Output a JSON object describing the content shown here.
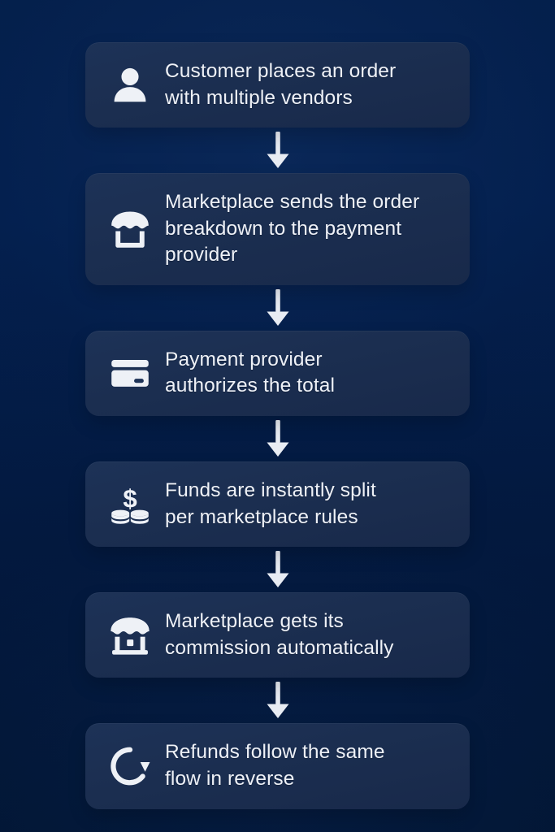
{
  "diagram": {
    "type": "vertical-flowchart",
    "title": "",
    "orientation": "top-to-bottom",
    "colors": {
      "background": "#031a40",
      "card_background": "#1d3257",
      "text": "#eef1f7",
      "arrow": "#e8ecf3",
      "icon": "#eef1f6"
    },
    "connector": {
      "symbol": "down-arrow",
      "count": 5
    },
    "steps": [
      {
        "index": 1,
        "icon": "person-icon",
        "text": "Customer places an order\nwith multiple vendors"
      },
      {
        "index": 2,
        "icon": "storefront-awning-icon",
        "text": "Marketplace sends the order\nbreakdown to the payment\nprovider"
      },
      {
        "index": 3,
        "icon": "credit-card-icon",
        "text": "Payment provider\nauthorizes the total"
      },
      {
        "index": 4,
        "icon": "coins-dollar-icon",
        "text": "Funds are instantly split\nper marketplace rules"
      },
      {
        "index": 5,
        "icon": "storefront-stall-icon",
        "text": "Marketplace gets its\ncommission automatically"
      },
      {
        "index": 6,
        "icon": "rotate-arrow-icon",
        "text": "Refunds follow the same\nflow in reverse"
      }
    ]
  }
}
